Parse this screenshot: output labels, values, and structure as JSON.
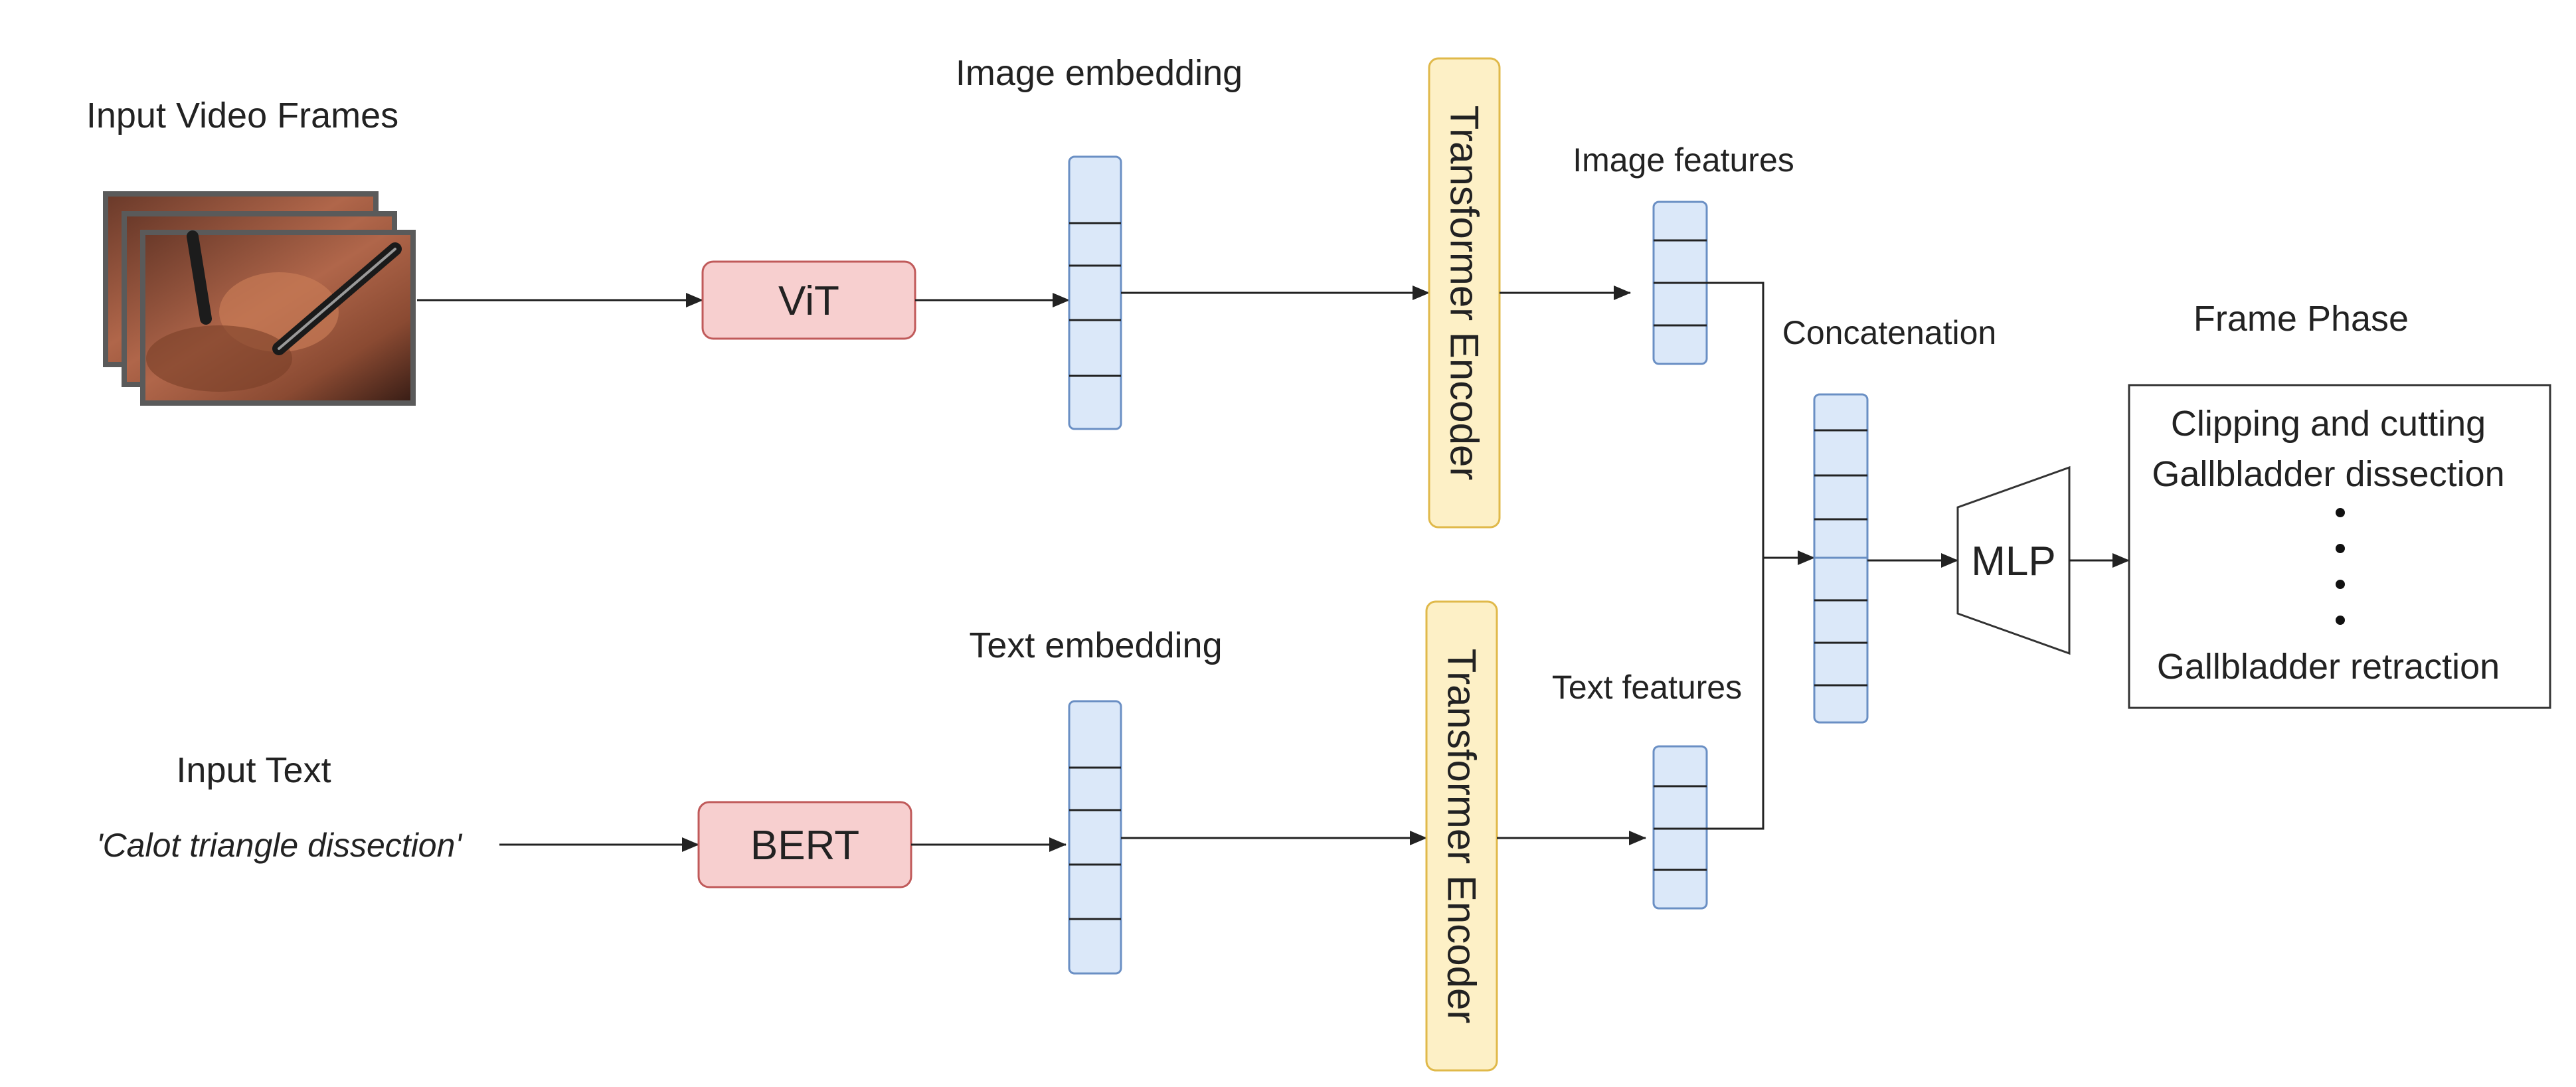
{
  "labels": {
    "input_video_frames": "Input Video Frames",
    "image_embedding": "Image embedding",
    "image_features": "Image features",
    "concatenation": "Concatenation",
    "frame_phase": "Frame Phase",
    "input_text": "Input Text",
    "input_text_example": "'Calot triangle dissection'",
    "text_embedding": "Text embedding",
    "text_features": "Text features"
  },
  "blocks": {
    "vit": "ViT",
    "bert": "BERT",
    "transformer_encoder_image": "Transformer Encoder",
    "transformer_encoder_text": "Transformer Encoder",
    "mlp": "MLP"
  },
  "output": {
    "phases": [
      "Clipping and cutting",
      "Gallbladder dissection",
      "Gallbladder retraction"
    ]
  },
  "colors": {
    "model_block_fill": "#f7cfcf",
    "model_block_stroke": "#c05a5a",
    "encoder_fill": "#fdf0c6",
    "encoder_stroke": "#e0b94a",
    "vector_fill": "#dbe8f9",
    "vector_stroke": "#6a8fc4",
    "arrow": "#222222"
  }
}
